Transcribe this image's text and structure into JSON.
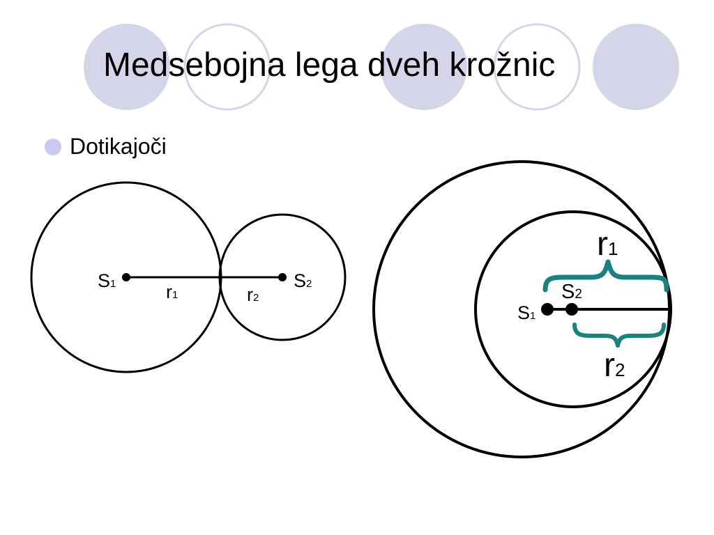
{
  "slide": {
    "title": "Medsebojna lega dveh krožnic",
    "bullet": "Dotikajoči"
  },
  "colors": {
    "deco_fill": "#d5d5ea",
    "deco_stroke": "#d5d5ea",
    "bullet": "#c8c8f0",
    "brace": "#1a8080",
    "line": "#000000"
  },
  "diagram_left": {
    "center1": {
      "letter": "S",
      "index": "1"
    },
    "center2": {
      "letter": "S",
      "index": "2"
    },
    "radius1": {
      "letter": "r",
      "index": "1"
    },
    "radius2": {
      "letter": "r",
      "index": "2"
    }
  },
  "diagram_right": {
    "center1": {
      "letter": "S",
      "index": "1"
    },
    "center2": {
      "letter": "S",
      "index": "2"
    },
    "radius1": {
      "letter": "r",
      "index": "1"
    },
    "radius2": {
      "letter": "r",
      "index": "2"
    }
  }
}
